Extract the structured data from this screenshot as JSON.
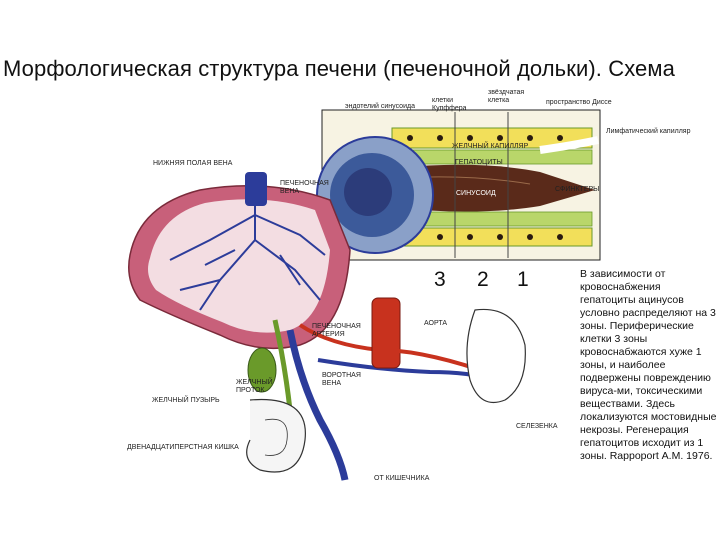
{
  "title": "Морфологическая структура печени (печеночной дольки). Схема",
  "labels": {
    "endothelium": "эндотелий синусоида",
    "kupffer": "клетки Купффера",
    "stellate": "звёздчатая клетка",
    "disse": "пространство Диссе",
    "lymph": "Лимфатический капилляр",
    "bile_capillary": "ЖЕЛЧНЫЙ КАПИЛЛЯР",
    "hepatocyte": "ГЕПАТОЦИТЫ",
    "sinusoid": "СИНУСОИД",
    "sphincters": "СФИНКТЕРЫ",
    "ivc": "НИЖНЯЯ ПОЛАЯ ВЕНА",
    "hepatic_vein": "ПЕЧЕНОЧНАЯ ВЕНА",
    "hepatic_artery": "ПЕЧЕНОЧНАЯ АРТЕРИЯ",
    "aorta": "АОРТА",
    "bile_duct": "ЖЕЛЧНЫЙ ПРОТОК",
    "portal_vein": "ВОРОТНАЯ ВЕНА",
    "gallbladder": "ЖЕЛЧНЫЙ ПУЗЫРЬ",
    "duodenum": "ДВЕНАДЦАТИПЕРСТНАЯ КИШКА",
    "spleen": "СЕЛЕЗЕНКА",
    "from_intestine": "ОТ КИШЕЧНИКА"
  },
  "zones": [
    "3",
    "2",
    "1"
  ],
  "note": "В зависимости от кровоснабжения гепатоциты ацинусов условно распределяют на 3 зоны. Периферические клетки 3 зоны кровоснабжаются хуже 1 зоны, и наиболее подвержены повреждению вируса-ми, токсическими веществами. Здесь локализуются мостовидные некрозы. Регенерация гепатоцитов исходит из 1 зоны. Rappoport А.М. 1976.",
  "colors": {
    "vein": "#2c3c9a",
    "artery": "#c8321e",
    "bile": "#6a9a2a",
    "liver": "#c8607a",
    "hepatocyte": "#f2df5a",
    "sinusoid": "#5a2a1a"
  }
}
